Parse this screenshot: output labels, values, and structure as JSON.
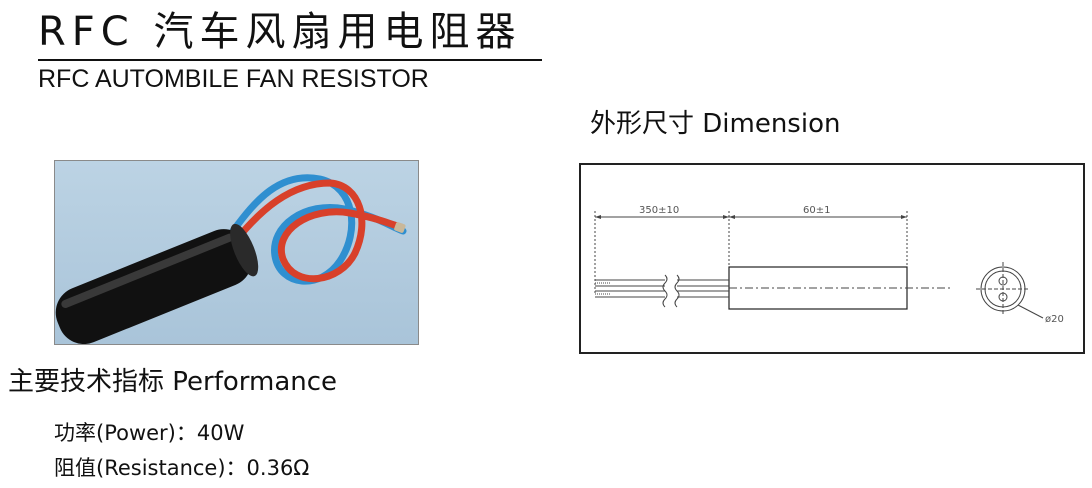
{
  "header": {
    "title_cn": "RFC 汽车风扇用电阻器",
    "title_en": "RFC AUTOMBILE FAN RESISTOR"
  },
  "dimension": {
    "heading": "外形尺寸  Dimension",
    "lead_length": "350±10",
    "body_length": "60±1",
    "diameter": "ø20"
  },
  "performance": {
    "heading": "主要技术指标  Performance",
    "specs": [
      {
        "text": "功率(Power)：40W"
      },
      {
        "text": "阻值(Resistance)：0.36Ω"
      }
    ]
  },
  "colors": {
    "photo_background": "#b4cde0",
    "wire_red": "#d8402a",
    "wire_blue": "#2f8fd0",
    "resistor_body": "#111111"
  }
}
